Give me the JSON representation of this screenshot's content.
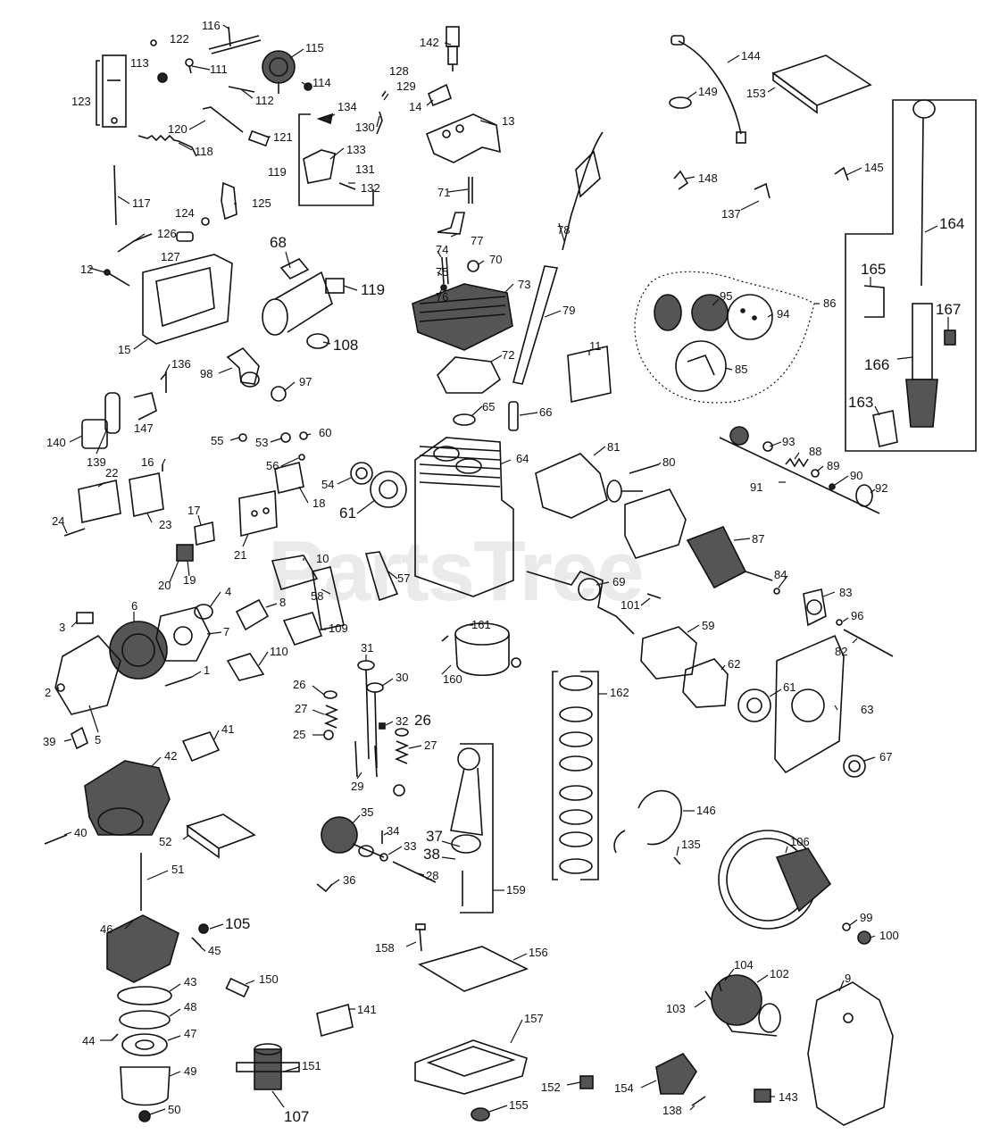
{
  "watermark": "PartsTree",
  "callouts": [
    {
      "id": "c116",
      "text": "116"
    },
    {
      "id": "c122",
      "text": "122"
    },
    {
      "id": "c115",
      "text": "115"
    },
    {
      "id": "c113",
      "text": "113"
    },
    {
      "id": "c111",
      "text": "111"
    },
    {
      "id": "c123",
      "text": "123"
    },
    {
      "id": "c114",
      "text": "114"
    },
    {
      "id": "c112",
      "text": "112"
    },
    {
      "id": "c120",
      "text": "120"
    },
    {
      "id": "c121",
      "text": "121"
    },
    {
      "id": "c118",
      "text": "118"
    },
    {
      "id": "c117",
      "text": "117"
    },
    {
      "id": "c124",
      "text": "124"
    },
    {
      "id": "c125",
      "text": "125"
    },
    {
      "id": "c126",
      "text": "126"
    },
    {
      "id": "c127",
      "text": "127"
    },
    {
      "id": "c12",
      "text": "12"
    },
    {
      "id": "c15",
      "text": "15"
    },
    {
      "id": "c68",
      "text": "68"
    },
    {
      "id": "c119a",
      "text": "119"
    },
    {
      "id": "c108",
      "text": "108"
    },
    {
      "id": "c98",
      "text": "98"
    },
    {
      "id": "c97",
      "text": "97"
    },
    {
      "id": "c136",
      "text": "136"
    },
    {
      "id": "c147",
      "text": "147"
    },
    {
      "id": "c140",
      "text": "140"
    },
    {
      "id": "c139",
      "text": "139"
    },
    {
      "id": "c142",
      "text": "142"
    },
    {
      "id": "c128",
      "text": "128"
    },
    {
      "id": "c129",
      "text": "129"
    },
    {
      "id": "c14",
      "text": "14"
    },
    {
      "id": "c130",
      "text": "130"
    },
    {
      "id": "c134",
      "text": "134"
    },
    {
      "id": "c133",
      "text": "133"
    },
    {
      "id": "c119b",
      "text": "119"
    },
    {
      "id": "c131",
      "text": "131"
    },
    {
      "id": "c132",
      "text": "132"
    },
    {
      "id": "c13",
      "text": "13"
    },
    {
      "id": "c71",
      "text": "71"
    },
    {
      "id": "c77",
      "text": "77"
    },
    {
      "id": "c74",
      "text": "74"
    },
    {
      "id": "c75",
      "text": "75"
    },
    {
      "id": "c70",
      "text": "70"
    },
    {
      "id": "c76",
      "text": "76"
    },
    {
      "id": "c73",
      "text": "73"
    },
    {
      "id": "c72",
      "text": "72"
    },
    {
      "id": "c78",
      "text": "78"
    },
    {
      "id": "c79",
      "text": "79"
    },
    {
      "id": "c65",
      "text": "65"
    },
    {
      "id": "c66",
      "text": "66"
    },
    {
      "id": "c11",
      "text": "11"
    },
    {
      "id": "c144",
      "text": "144"
    },
    {
      "id": "c149",
      "text": "149"
    },
    {
      "id": "c153",
      "text": "153"
    },
    {
      "id": "c148",
      "text": "148"
    },
    {
      "id": "c137",
      "text": "137"
    },
    {
      "id": "c145",
      "text": "145"
    },
    {
      "id": "c164",
      "text": "164"
    },
    {
      "id": "c165",
      "text": "165"
    },
    {
      "id": "c167",
      "text": "167"
    },
    {
      "id": "c166",
      "text": "166"
    },
    {
      "id": "c163",
      "text": "163"
    },
    {
      "id": "c86",
      "text": "86"
    },
    {
      "id": "c95",
      "text": "95"
    },
    {
      "id": "c94",
      "text": "94"
    },
    {
      "id": "c85",
      "text": "85"
    },
    {
      "id": "c55",
      "text": "55"
    },
    {
      "id": "c53",
      "text": "53"
    },
    {
      "id": "c60",
      "text": "60"
    },
    {
      "id": "c56",
      "text": "56"
    },
    {
      "id": "c54",
      "text": "54"
    },
    {
      "id": "c61a",
      "text": "61"
    },
    {
      "id": "c64",
      "text": "64"
    },
    {
      "id": "c18",
      "text": "18"
    },
    {
      "id": "c16",
      "text": "16"
    },
    {
      "id": "c22",
      "text": "22"
    },
    {
      "id": "c23",
      "text": "23"
    },
    {
      "id": "c24",
      "text": "24"
    },
    {
      "id": "c17",
      "text": "17"
    },
    {
      "id": "c21",
      "text": "21"
    },
    {
      "id": "c19",
      "text": "19"
    },
    {
      "id": "c20",
      "text": "20"
    },
    {
      "id": "c10",
      "text": "10"
    },
    {
      "id": "c57",
      "text": "57"
    },
    {
      "id": "c58",
      "text": "58"
    },
    {
      "id": "c81",
      "text": "81"
    },
    {
      "id": "c80",
      "text": "80"
    },
    {
      "id": "c93",
      "text": "93"
    },
    {
      "id": "c88",
      "text": "88"
    },
    {
      "id": "c89",
      "text": "89"
    },
    {
      "id": "c90",
      "text": "90"
    },
    {
      "id": "c91",
      "text": "91"
    },
    {
      "id": "c92",
      "text": "92"
    },
    {
      "id": "c87",
      "text": "87"
    },
    {
      "id": "c84",
      "text": "84"
    },
    {
      "id": "c83",
      "text": "83"
    },
    {
      "id": "c96",
      "text": "96"
    },
    {
      "id": "c82",
      "text": "82"
    },
    {
      "id": "c69",
      "text": "69"
    },
    {
      "id": "c101",
      "text": "101"
    },
    {
      "id": "c59",
      "text": "59"
    },
    {
      "id": "c62",
      "text": "62"
    },
    {
      "id": "c61b",
      "text": "61"
    },
    {
      "id": "c63",
      "text": "63"
    },
    {
      "id": "c67",
      "text": "67"
    },
    {
      "id": "c3",
      "text": "3"
    },
    {
      "id": "c6",
      "text": "6"
    },
    {
      "id": "c4",
      "text": "4"
    },
    {
      "id": "c7",
      "text": "7"
    },
    {
      "id": "c8",
      "text": "8"
    },
    {
      "id": "c109",
      "text": "109"
    },
    {
      "id": "c110",
      "text": "110"
    },
    {
      "id": "c1",
      "text": "1"
    },
    {
      "id": "c2",
      "text": "2"
    },
    {
      "id": "c5",
      "text": "5"
    },
    {
      "id": "c161",
      "text": "161"
    },
    {
      "id": "c160",
      "text": "160"
    },
    {
      "id": "c162",
      "text": "162"
    },
    {
      "id": "c31",
      "text": "31"
    },
    {
      "id": "c30",
      "text": "30"
    },
    {
      "id": "c26a",
      "text": "26"
    },
    {
      "id": "c27a",
      "text": "27"
    },
    {
      "id": "c25",
      "text": "25"
    },
    {
      "id": "c32",
      "text": "32"
    },
    {
      "id": "c26b",
      "text": "26"
    },
    {
      "id": "c27b",
      "text": "27"
    },
    {
      "id": "c29",
      "text": "29"
    },
    {
      "id": "c39",
      "text": "39"
    },
    {
      "id": "c41",
      "text": "41"
    },
    {
      "id": "c42",
      "text": "42"
    },
    {
      "id": "c40",
      "text": "40"
    },
    {
      "id": "c52",
      "text": "52"
    },
    {
      "id": "c35",
      "text": "35"
    },
    {
      "id": "c34",
      "text": "34"
    },
    {
      "id": "c33",
      "text": "33"
    },
    {
      "id": "c37",
      "text": "37"
    },
    {
      "id": "c38",
      "text": "38"
    },
    {
      "id": "c28",
      "text": "28"
    },
    {
      "id": "c36",
      "text": "36"
    },
    {
      "id": "c159",
      "text": "159"
    },
    {
      "id": "c146",
      "text": "146"
    },
    {
      "id": "c135",
      "text": "135"
    },
    {
      "id": "c106",
      "text": "106"
    },
    {
      "id": "c99",
      "text": "99"
    },
    {
      "id": "c100",
      "text": "100"
    },
    {
      "id": "c51",
      "text": "51"
    },
    {
      "id": "c46",
      "text": "46"
    },
    {
      "id": "c105",
      "text": "105"
    },
    {
      "id": "c45",
      "text": "45"
    },
    {
      "id": "c43",
      "text": "43"
    },
    {
      "id": "c48",
      "text": "48"
    },
    {
      "id": "c44",
      "text": "44"
    },
    {
      "id": "c47",
      "text": "47"
    },
    {
      "id": "c49",
      "text": "49"
    },
    {
      "id": "c50",
      "text": "50"
    },
    {
      "id": "c150",
      "text": "150"
    },
    {
      "id": "c141",
      "text": "141"
    },
    {
      "id": "c151",
      "text": "151"
    },
    {
      "id": "c107",
      "text": "107"
    },
    {
      "id": "c158",
      "text": "158"
    },
    {
      "id": "c156",
      "text": "156"
    },
    {
      "id": "c157",
      "text": "157"
    },
    {
      "id": "c155",
      "text": "155"
    },
    {
      "id": "c152",
      "text": "152"
    },
    {
      "id": "c104",
      "text": "104"
    },
    {
      "id": "c102",
      "text": "102"
    },
    {
      "id": "c103",
      "text": "103"
    },
    {
      "id": "c9",
      "text": "9"
    },
    {
      "id": "c154",
      "text": "154"
    },
    {
      "id": "c138",
      "text": "138"
    },
    {
      "id": "c143",
      "text": "143"
    }
  ]
}
